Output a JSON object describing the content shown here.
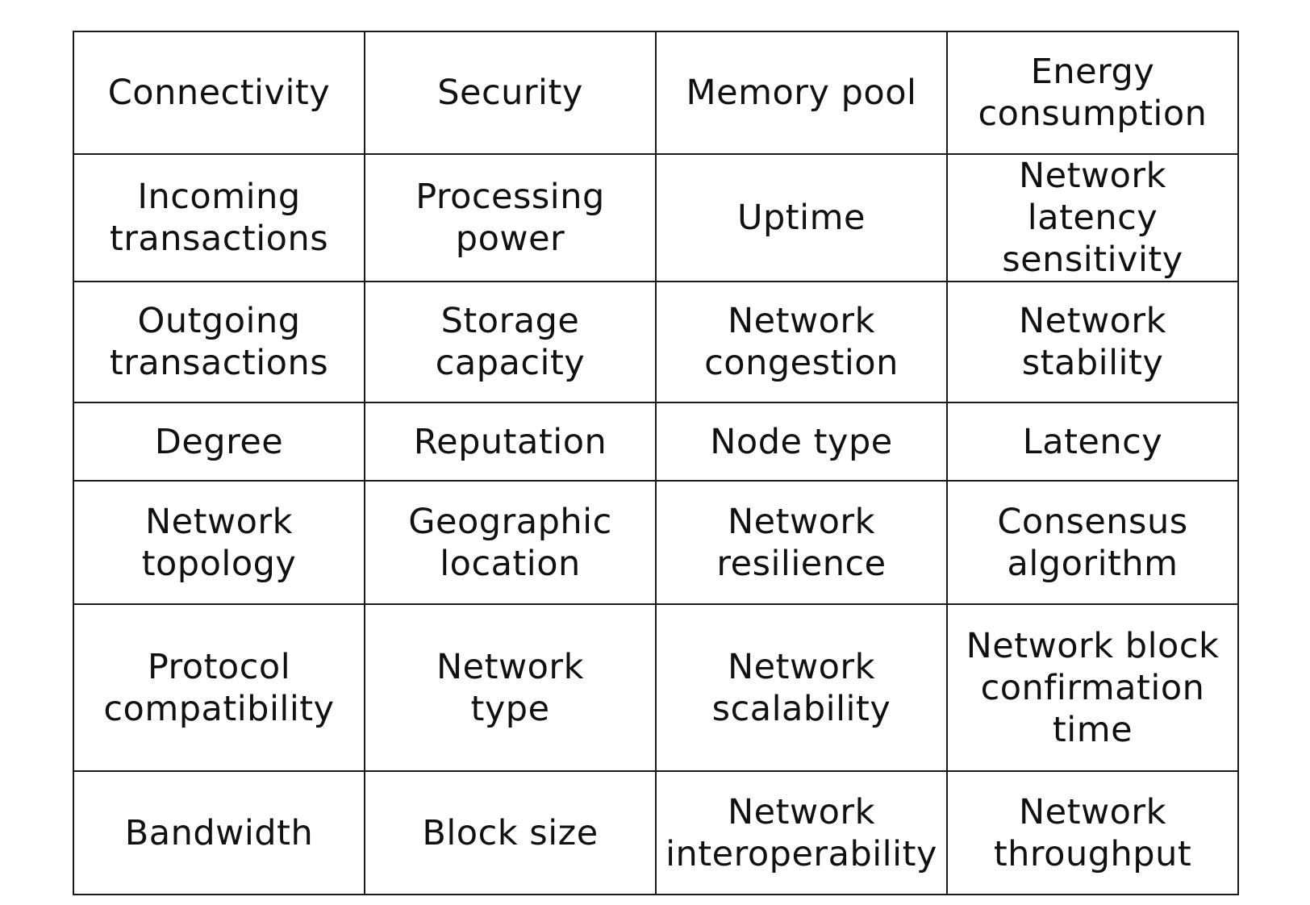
{
  "table": {
    "rows": [
      [
        "Connectivity",
        "Security",
        "Memory pool",
        "Energy\nconsumption"
      ],
      [
        "Incoming\ntransactions",
        "Processing\npower",
        "Uptime",
        "Network latency\nsensitivity"
      ],
      [
        "Outgoing\ntransactions",
        "Storage\ncapacity",
        "Network\ncongestion",
        "Network\nstability"
      ],
      [
        "Degree",
        "Reputation",
        "Node type",
        "Latency"
      ],
      [
        "Network\ntopology",
        "Geographic\nlocation",
        "Network\nresilience",
        "Consensus\nalgorithm"
      ],
      [
        "Protocol\ncompatibility",
        "Network\ntype",
        "Network\nscalability",
        "Network block\nconfirmation\ntime"
      ],
      [
        "Bandwidth",
        "Block size",
        "Network\ninteroperability",
        "Network\nthroughput"
      ]
    ]
  }
}
